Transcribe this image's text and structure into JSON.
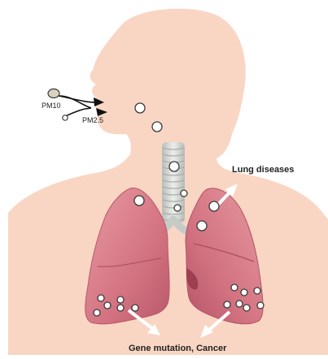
{
  "labels": {
    "pm10": "PM10",
    "pm25": "PM2.5",
    "lung_diseases": "Lung diseases",
    "outcome": "Gene mutation, Cancer"
  },
  "colors": {
    "skin": "#f9d6c3",
    "lung": "#d97682",
    "lung_dark": "#b24f5f",
    "trachea": "#cfd4d0",
    "particle_fill": "#ffffff",
    "particle_stroke": "#3a3a3a",
    "pm10_fill": "#d8d2bf",
    "arrow": "#ffffff",
    "arrow_black": "#111111"
  }
}
